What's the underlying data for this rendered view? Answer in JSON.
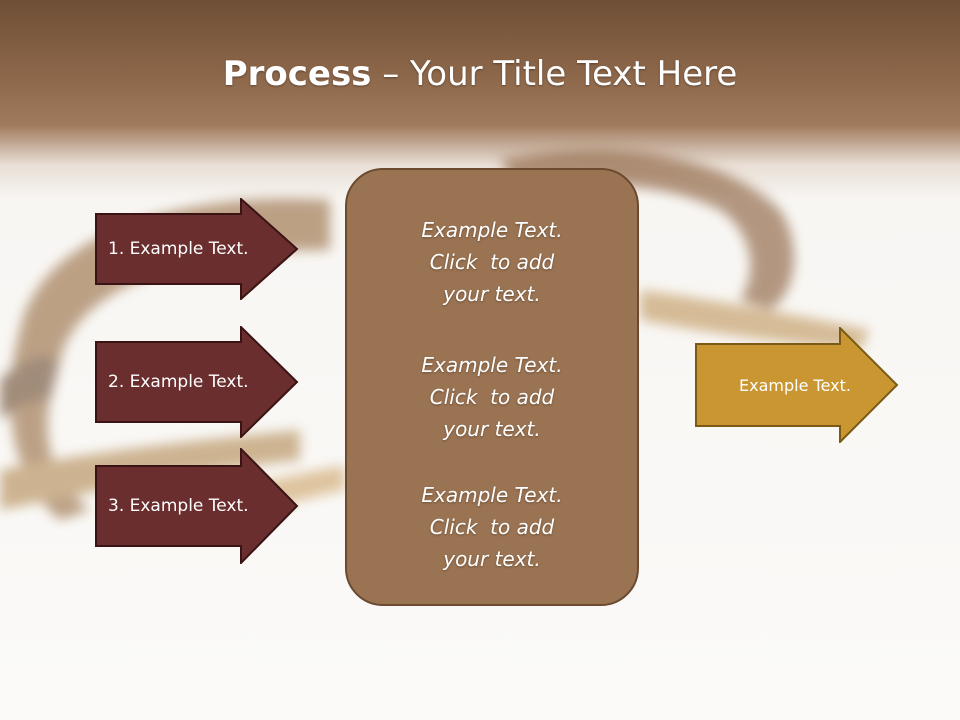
{
  "title": {
    "bold": "Process",
    "rest": " – Your Title Text Here"
  },
  "steps": [
    {
      "label": "1. Example Text."
    },
    {
      "label": "2. Example Text."
    },
    {
      "label": "3. Example Text."
    }
  ],
  "center_blocks": [
    {
      "lines": [
        "Example Text.",
        "Click  to add",
        "your text."
      ]
    },
    {
      "lines": [
        "Example Text.",
        "Click  to add",
        "your text."
      ]
    },
    {
      "lines": [
        "Example Text.",
        "Click  to add",
        "your text."
      ]
    }
  ],
  "output": {
    "label": "Example Text."
  },
  "colors": {
    "step_fill": "#6b2e2e",
    "step_stroke": "#3a1414",
    "center_fill": "#9a7352",
    "output_fill": "#c99632",
    "output_stroke": "#7a5a14"
  }
}
